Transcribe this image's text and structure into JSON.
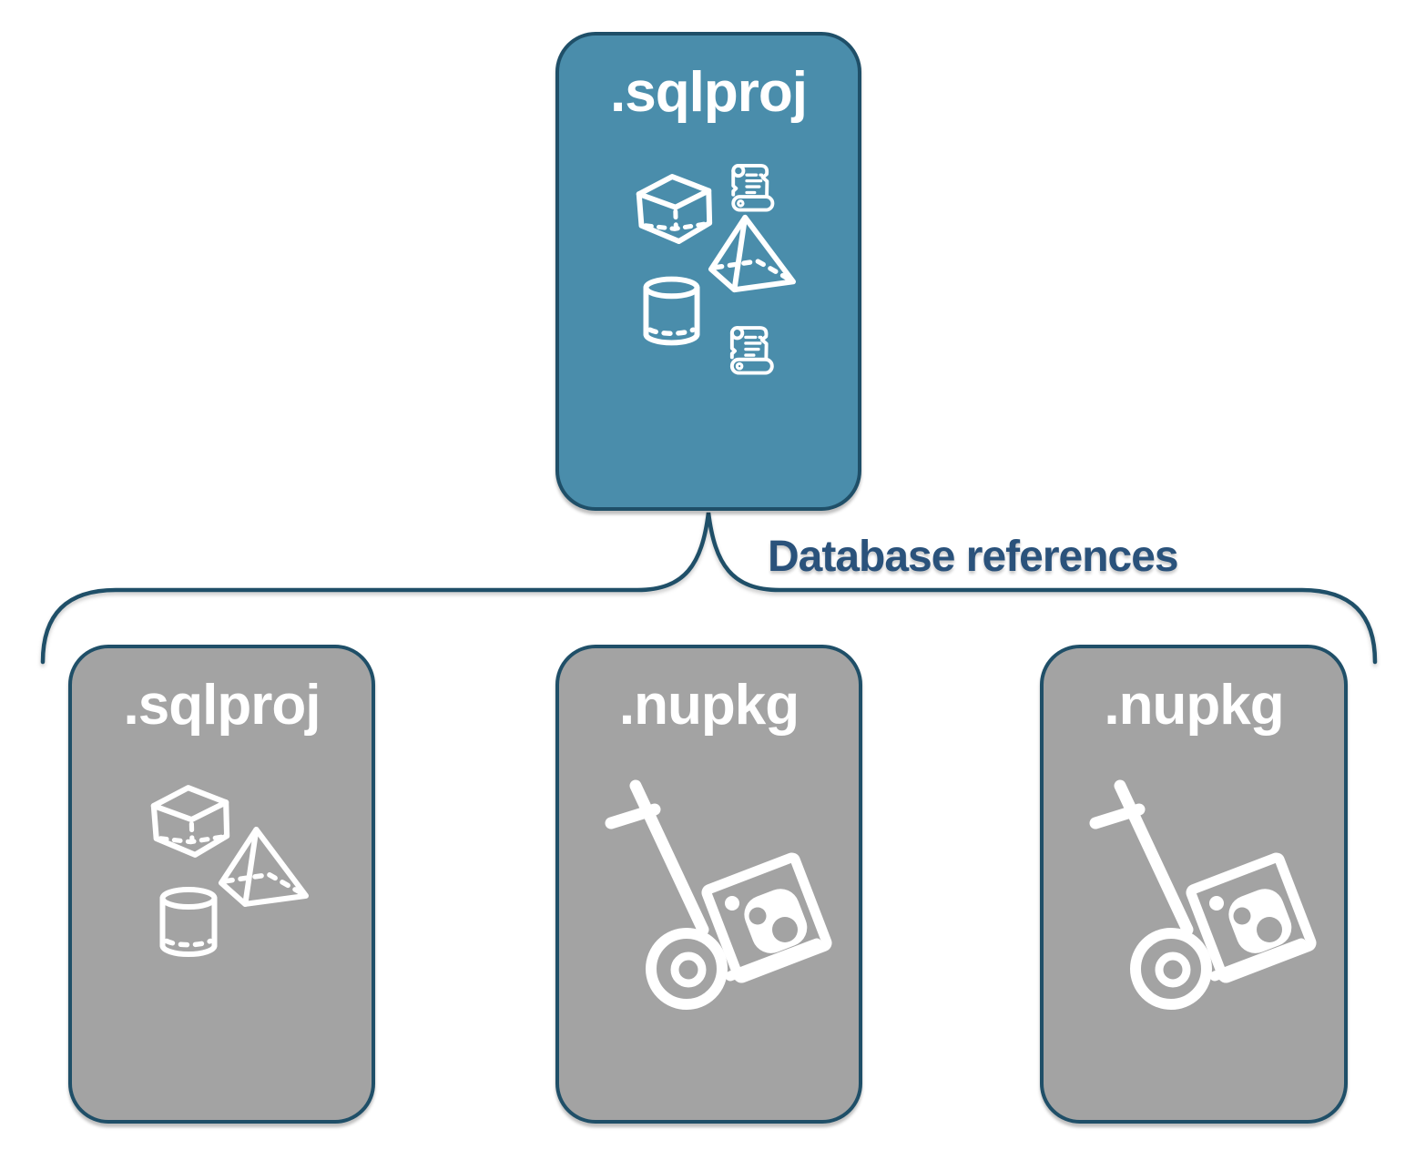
{
  "root_box": {
    "label": ".sqlproj",
    "icons": [
      "cube-icon",
      "scroll-icon",
      "pyramid-icon",
      "cylinder-icon",
      "scroll-icon"
    ]
  },
  "connector": {
    "label": "Database references"
  },
  "child_boxes": [
    {
      "label": ".sqlproj",
      "icons": [
        "cube-icon",
        "pyramid-icon",
        "cylinder-icon"
      ]
    },
    {
      "label": ".nupkg",
      "icons": [
        "hand-truck-icon"
      ]
    },
    {
      "label": ".nupkg",
      "icons": [
        "hand-truck-icon"
      ]
    }
  ],
  "colors": {
    "root_fill": "#4A8DAB",
    "child_fill": "#A3A3A3",
    "line": "#1F4F68",
    "label_text": "#2A527B",
    "icon_stroke": "#FFFFFF",
    "background": "#FFFFFF"
  }
}
